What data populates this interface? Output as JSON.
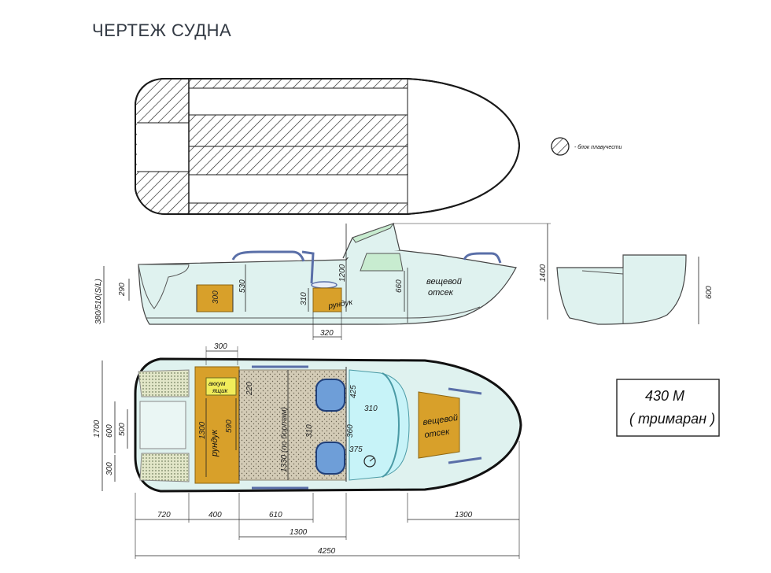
{
  "title": "ЧЕРТЕЖ СУДНА",
  "legend": {
    "label": "- блок плавучести",
    "icon": "hatch-swatch-icon"
  },
  "model_box": {
    "line1": "430  М",
    "line2": "( тримаран )"
  },
  "profile": {
    "dims": {
      "d290": "290",
      "d380": "380/510(S/L)",
      "d530": "530",
      "d300": "300",
      "d310": "310",
      "d1200": "1200",
      "d660": "660",
      "d1400": "1400",
      "d320": "320"
    },
    "labels": {
      "rundyk": "рундук",
      "box1": "вещевой",
      "box2": "отсек"
    }
  },
  "transom": {
    "d600": "600"
  },
  "plan": {
    "dims": {
      "d300": "300",
      "d1700": "1700",
      "d500": "500",
      "d600": "600",
      "d300b": "300",
      "d1300": "1300",
      "d590": "590",
      "d220": "220",
      "d1330": "1330 (по бортам)",
      "d310": "310",
      "d360": "360",
      "d375": "375",
      "d425": "425",
      "d310b": "310"
    },
    "labels": {
      "akk1": "аккум",
      "akk2": "ящик",
      "rundyk": "рундук",
      "box1": "вещевой",
      "box2": "отсек"
    }
  },
  "bottom_dims": {
    "d720": "720",
    "d400": "400",
    "d610": "610",
    "d1300a": "1300",
    "d1300b": "1300",
    "d4250": "4250"
  },
  "colors": {
    "hull": "#dff2ef",
    "storage": "#d8a02a",
    "seat": "#6e9ed8",
    "deck": "#d4ccb8",
    "window": "#c8ecd0",
    "rail": "#5a6fa8"
  }
}
